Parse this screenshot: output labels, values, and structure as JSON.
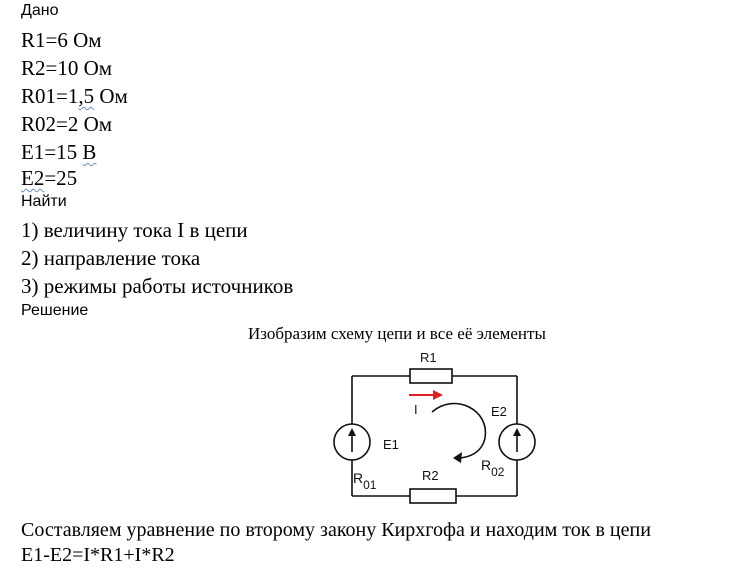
{
  "given": {
    "heading": "Дано",
    "lines": [
      {
        "prefix": "R1=6 ",
        "underlined": "",
        "suffix": "Ом"
      },
      {
        "prefix": "R2=10 ",
        "underlined": "",
        "suffix": "Ом"
      },
      {
        "prefix": "R01=1",
        "underlined": ",5",
        "suffix": " Ом"
      },
      {
        "prefix": "R02=2 ",
        "underlined": "",
        "suffix": "Ом"
      },
      {
        "prefix": "E1=15 ",
        "underlined": "В",
        "suffix": ""
      },
      {
        "prefix": "",
        "underlined": "E2",
        "suffix": "=25"
      }
    ]
  },
  "find": {
    "heading": "Найти",
    "items": [
      "1) величину тока I в цепи",
      "2) направление тока",
      "3) режимы работы источников"
    ]
  },
  "solution": {
    "heading": "Решение",
    "caption": "Изобразим схему цепи и все её элементы",
    "kirchhoff_text": "Составляем уравнение по второму закону Кирхгофа и находим ток в цепи",
    "equation": "E1-E2=I*R1+I*R2"
  },
  "circuit": {
    "r1": "R1",
    "r2": "R2",
    "e1": "E1",
    "e2": "E2",
    "current": "I",
    "r01_main": "R",
    "r01_sub": "01",
    "r02_main": "R",
    "r02_sub": "02"
  },
  "colors": {
    "current_arrow": "#e02020",
    "wire": "#111111",
    "spellcheck": "#6b8fd1"
  }
}
